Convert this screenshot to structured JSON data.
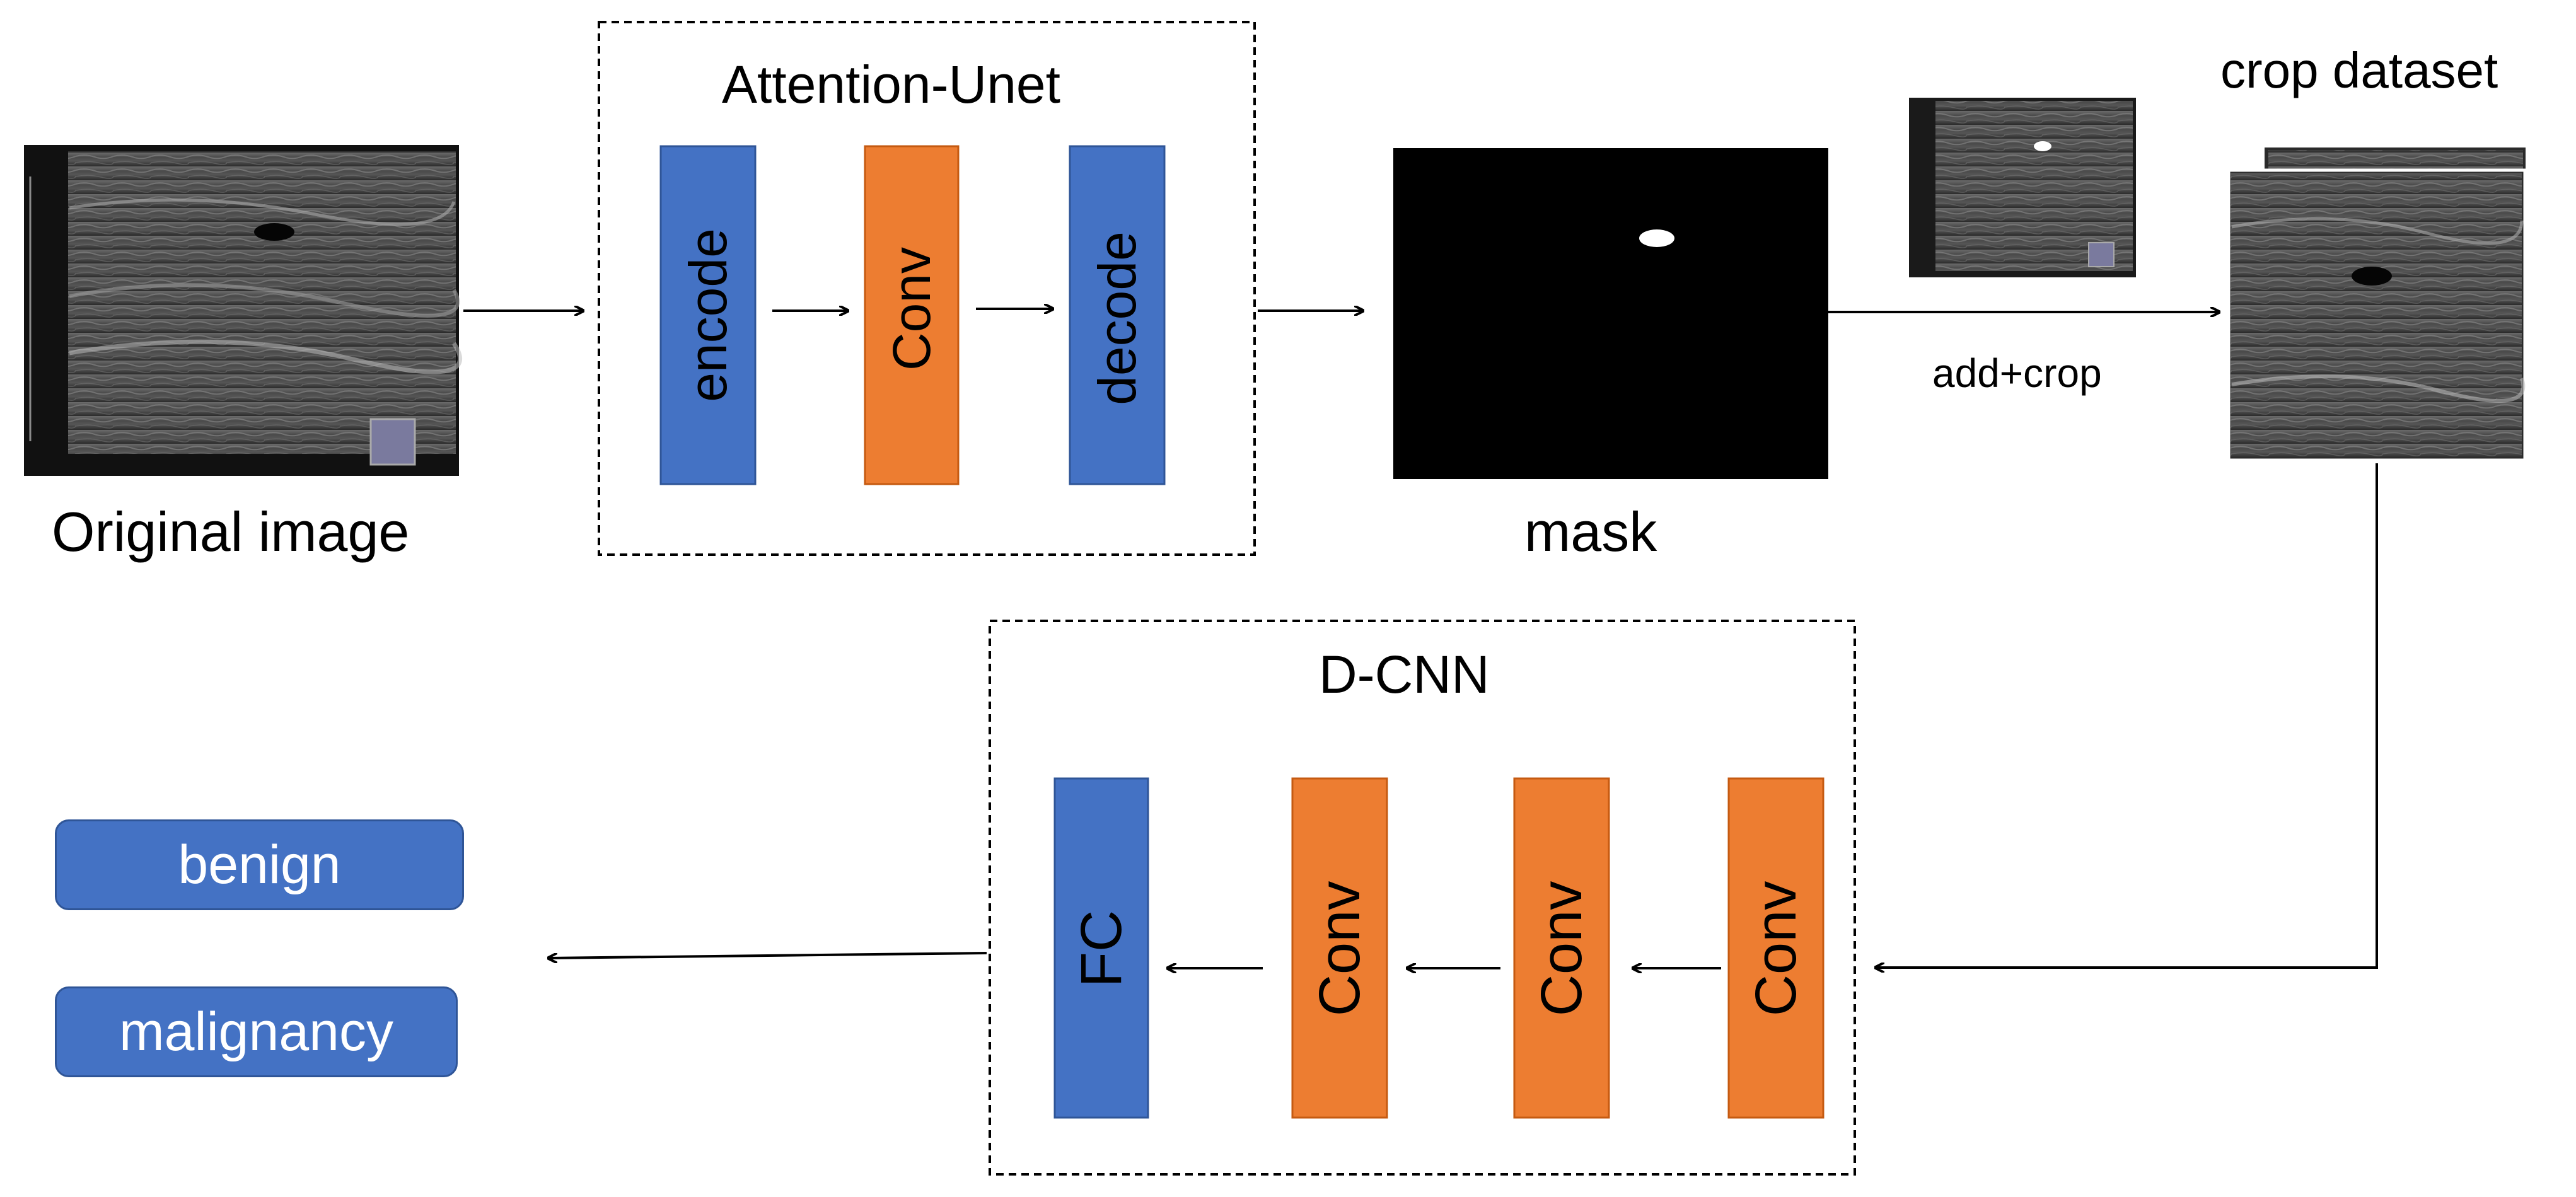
{
  "labels": {
    "original_image": "Original image",
    "attention_unet": "Attention-Unet",
    "mask": "mask",
    "crop_dataset": "crop dataset",
    "add_crop": "add+crop",
    "d_cnn": "D-CNN"
  },
  "unet_blocks": [
    {
      "label": "encode",
      "color": "#4472c4"
    },
    {
      "label": "Conv",
      "color": "#ed7d31"
    },
    {
      "label": "decode",
      "color": "#4472c4"
    }
  ],
  "dcnn_blocks": [
    {
      "label": "FC",
      "color": "#4472c4"
    },
    {
      "label": "Conv",
      "color": "#ed7d31"
    },
    {
      "label": "Conv",
      "color": "#ed7d31"
    },
    {
      "label": "Conv",
      "color": "#ed7d31"
    }
  ],
  "outputs": {
    "benign": "benign",
    "malignancy": "malignancy"
  },
  "colors": {
    "blue": "#4472c4",
    "orange": "#ed7d31",
    "mask_bg": "#000000",
    "ultrasound": "#3a3a3a"
  }
}
